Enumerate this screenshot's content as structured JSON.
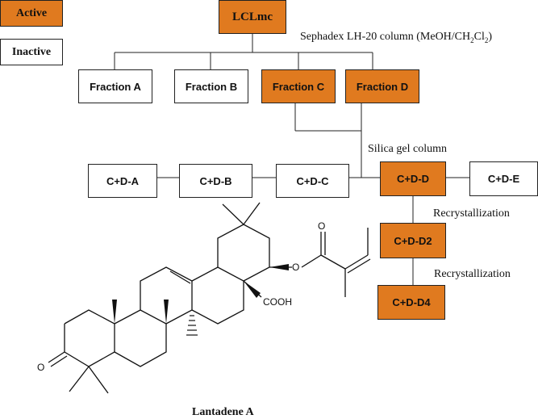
{
  "legend": {
    "active_label": "Active",
    "inactive_label": "Inactive"
  },
  "root": {
    "label": "LCLmc"
  },
  "steps": {
    "sephadex_prefix": "Sephadex LH-20 column (MeOH/CH",
    "sephadex_sub1": "2",
    "sephadex_mid": "Cl",
    "sephadex_sub2": "2",
    "sephadex_suffix": ")",
    "silica": "Silica gel column",
    "recryst_1": "Recrystallization",
    "recryst_2": "Recrystallization"
  },
  "fractions": [
    {
      "label": "Fraction A",
      "status": "inactive"
    },
    {
      "label": "Fraction B",
      "status": "inactive"
    },
    {
      "label": "Fraction C",
      "status": "active"
    },
    {
      "label": "Fraction D",
      "status": "active"
    }
  ],
  "subfractions": [
    {
      "label": "C+D-A",
      "status": "inactive"
    },
    {
      "label": "C+D-B",
      "status": "inactive"
    },
    {
      "label": "C+D-C",
      "status": "inactive"
    },
    {
      "label": "C+D-D",
      "status": "active"
    },
    {
      "label": "C+D-E",
      "status": "inactive"
    }
  ],
  "purified": [
    {
      "label": "C+D-D2",
      "status": "active"
    },
    {
      "label": "C+D-D4",
      "status": "active"
    }
  ],
  "compound": {
    "name": "Lantadene A",
    "o_label": "O",
    "acid_label": "COOH"
  },
  "colors": {
    "active": "#e07a1f",
    "inactive": "#ffffff",
    "line": "#222222"
  }
}
